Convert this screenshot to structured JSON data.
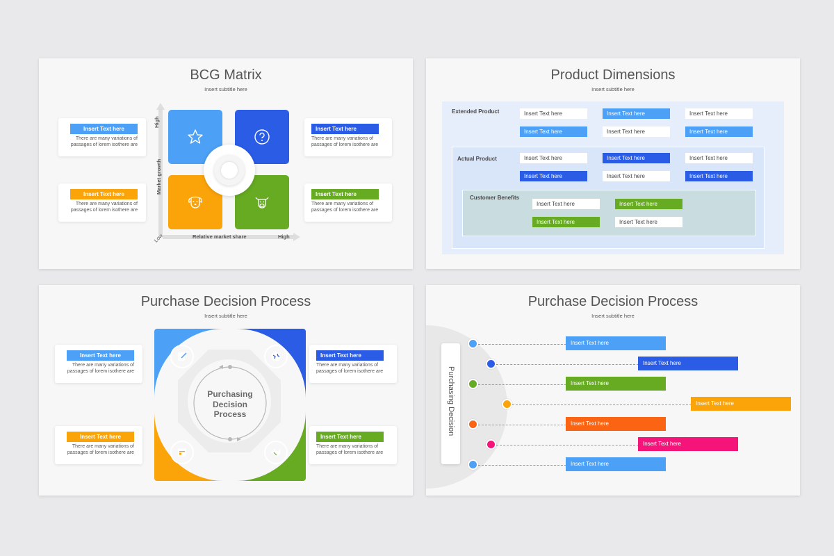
{
  "bcg": {
    "title": "BCG Matrix",
    "subtitle": "Insert subtitle here",
    "y_axis_label": "Market growth",
    "x_axis_label": "Relative market share",
    "high_y": "High",
    "low": "Low",
    "high_x": "High",
    "cards": [
      {
        "tag": "Insert Text here",
        "body": "There are many variations of passages of lorem isothere are",
        "color": "#4ca0f5"
      },
      {
        "tag": "Insert Text here",
        "body": "There are many variations of passages of lorem isothere are",
        "color": "#2a5ce6"
      },
      {
        "tag": "Insert Text here",
        "body": "There are many variations of passages of lorem isothere are",
        "color": "#fba40a"
      },
      {
        "tag": "Insert Text here",
        "body": "There are many variations of passages of lorem isothere are",
        "color": "#66ab22"
      }
    ],
    "quadrants": [
      {
        "icon": "star-icon",
        "color": "#4ca0f5"
      },
      {
        "icon": "question-icon",
        "color": "#2a5ce6"
      },
      {
        "icon": "dog-icon",
        "color": "#fba40a"
      },
      {
        "icon": "cow-icon",
        "color": "#66ab22"
      }
    ]
  },
  "product": {
    "title": "Product Dimensions",
    "subtitle": "Insert subtitle here",
    "extended_label": "Extended Product",
    "actual_label": "Actual Product",
    "benefits_label": "Customer Benefits",
    "extended_boxes": [
      {
        "text": "Insert Text here",
        "style": "white"
      },
      {
        "text": "Insert Text here",
        "style": "#4ca0f5"
      },
      {
        "text": "Insert Text here",
        "style": "white"
      },
      {
        "text": "Insert Text here",
        "style": "#4ca0f5"
      },
      {
        "text": "Insert Text here",
        "style": "white"
      },
      {
        "text": "Insert Text here",
        "style": "#4ca0f5"
      }
    ],
    "actual_boxes": [
      {
        "text": "Insert Text here",
        "style": "white"
      },
      {
        "text": "Insert Text here",
        "style": "#2a5ce6"
      },
      {
        "text": "Insert Text here",
        "style": "white"
      },
      {
        "text": "Insert Text here",
        "style": "#2a5ce6"
      },
      {
        "text": "Insert Text here",
        "style": "white"
      },
      {
        "text": "Insert Text here",
        "style": "#2a5ce6"
      }
    ],
    "benefit_boxes": [
      {
        "text": "Insert Text here",
        "style": "white"
      },
      {
        "text": "Insert Text here",
        "style": "#66ab22"
      },
      {
        "text": "Insert Text here",
        "style": "#66ab22"
      },
      {
        "text": "Insert Text here",
        "style": "white"
      }
    ]
  },
  "pdp1": {
    "title": "Purchase Decision Process",
    "subtitle": "Insert subtitle here",
    "center_text": "Purchasing Decision Process",
    "cards": [
      {
        "tag": "Insert Text here",
        "body": "There are many variations of passages of lorem isothere are",
        "color": "#4ca0f5"
      },
      {
        "tag": "Insert Text here",
        "body": "There are many variations of passages of lorem isothere are",
        "color": "#2a5ce6"
      },
      {
        "tag": "Insert Text here",
        "body": "There are many variations of passages of lorem isothere are",
        "color": "#fba40a"
      },
      {
        "tag": "Insert Text here",
        "body": "There are many variations of passages of lorem isothere are",
        "color": "#66ab22"
      }
    ],
    "petals": [
      {
        "icon": "edit-icon",
        "color": "#4ca0f5"
      },
      {
        "icon": "globe-icon",
        "color": "#2a5ce6"
      },
      {
        "icon": "browser-icon",
        "color": "#fba40a"
      },
      {
        "icon": "handshake-icon",
        "color": "#66ab22"
      }
    ]
  },
  "pdp2": {
    "title": "Purchase Decision Process",
    "subtitle": "Insert subtitle here",
    "vertical_label": "Purchasing Decision",
    "items": [
      {
        "text": "Insert Text here",
        "color": "#4ca0f5"
      },
      {
        "text": "Insert Text here",
        "color": "#2a5ce6"
      },
      {
        "text": "Insert Text here",
        "color": "#66ab22"
      },
      {
        "text": "Insert Text here",
        "color": "#fba40a"
      },
      {
        "text": "Insert Text here",
        "color": "#fb6412"
      },
      {
        "text": "Insert Text here",
        "color": "#f5157a"
      },
      {
        "text": "Insert Text here",
        "color": "#4ca0f5"
      }
    ]
  }
}
